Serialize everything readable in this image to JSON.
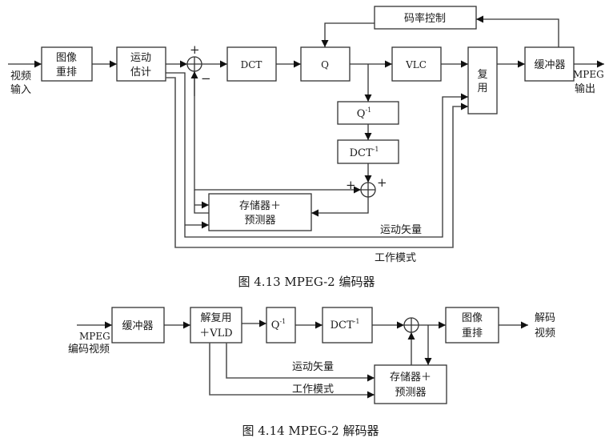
{
  "encoder": {
    "caption": "图 4.13 MPEG-2 编码器",
    "input_label": [
      "视频",
      "输入"
    ],
    "output_label": [
      "MPEG",
      "输出"
    ],
    "blocks": {
      "reorder": [
        "图像",
        "重排"
      ],
      "motion_est": [
        "运动",
        "估计"
      ],
      "dct": "DCT",
      "q": "Q",
      "vlc": "VLC",
      "rate_ctrl": "码率控制",
      "mux": [
        "复",
        "用"
      ],
      "buffer": "缓冲器",
      "iq": {
        "base": "Q",
        "sup": "-1"
      },
      "idct": {
        "base": "DCT",
        "sup": "-1"
      },
      "store_pred": [
        "存储器＋",
        "预测器"
      ]
    },
    "signs": {
      "sum1_top": "+",
      "sum1_bottom": "−",
      "sum2_left": "+",
      "sum2_right": "+"
    },
    "line_labels": {
      "motion_vector": "运动矢量",
      "work_mode": "工作模式"
    }
  },
  "decoder": {
    "caption": "图 4.14    MPEG-2 解码器",
    "input_label": [
      "MPEG",
      "编码视频"
    ],
    "output_label": [
      "解码",
      "视频"
    ],
    "blocks": {
      "buffer": "缓冲器",
      "demux_vld": [
        "解复用",
        "＋VLD"
      ],
      "iq": {
        "base": "Q",
        "sup": "-1"
      },
      "idct": {
        "base": "DCT",
        "sup": "-1"
      },
      "reorder": [
        "图像",
        "重排"
      ],
      "store_pred": [
        "存储器＋",
        "预测器"
      ]
    },
    "line_labels": {
      "motion_vector": "运动矢量",
      "work_mode": "工作模式"
    }
  }
}
